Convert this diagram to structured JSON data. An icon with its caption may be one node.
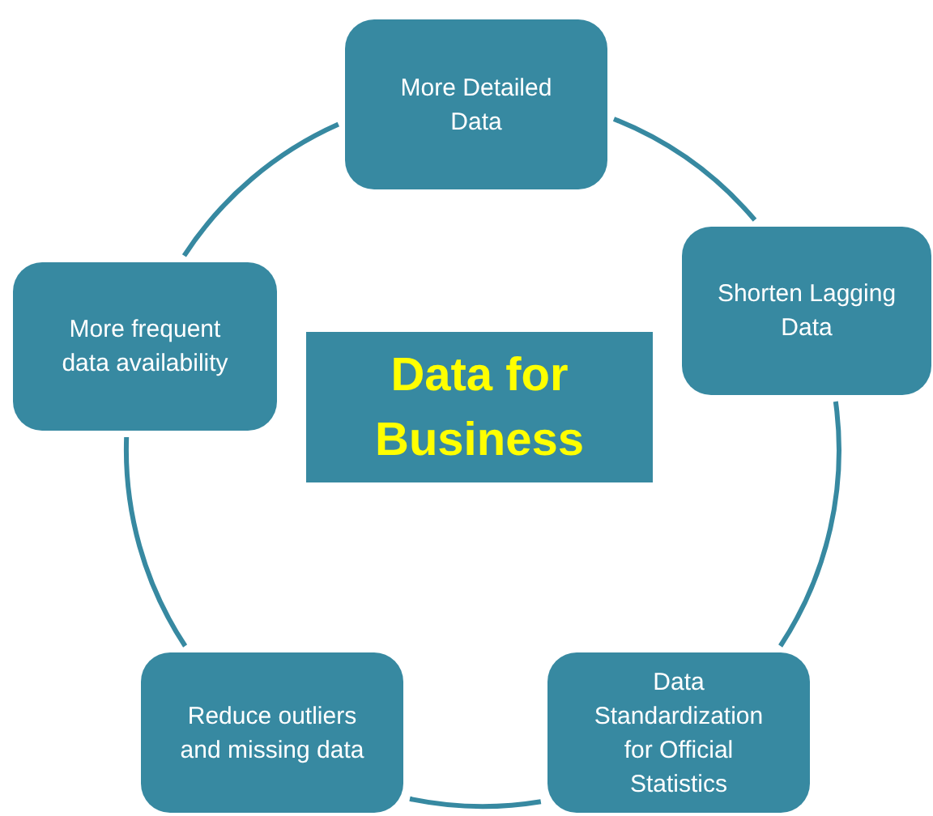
{
  "diagram": {
    "nodes": [
      {
        "text": [
          "More Detailed Data"
        ]
      },
      {
        "text": [
          "Shorten Lagging Data"
        ]
      },
      {
        "text": [
          "Data Standardization for Official Statistics"
        ]
      },
      {
        "text": [
          "Reduce outliers and missing data"
        ]
      },
      {
        "text": [
          "More frequent data availability"
        ]
      },
      {
        "text": [
          "Data for Business"
        ]
      }
    ],
    "edges": [
      {
        "from": 0,
        "to": 1,
        "arrow": "none"
      },
      {
        "from": 1,
        "to": 2,
        "arrow": "none"
      },
      {
        "from": 2,
        "to": 3,
        "arrow": "none"
      },
      {
        "from": 3,
        "to": 4,
        "arrow": "none"
      },
      {
        "from": 4,
        "to": 0,
        "arrow": "none"
      }
    ]
  }
}
